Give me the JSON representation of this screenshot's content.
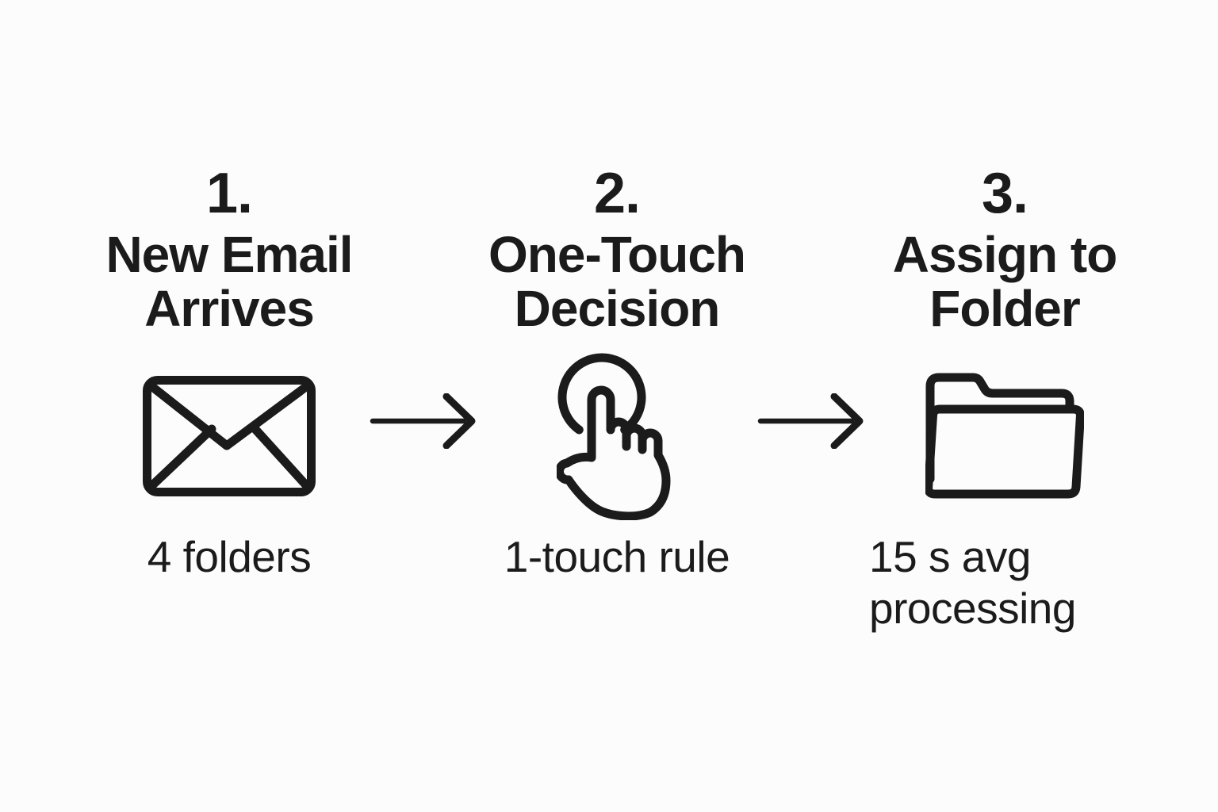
{
  "page": {
    "background_color": "#fcfcfc",
    "ink_color": "#1b1b1b",
    "type": "process-flow-infographic"
  },
  "steps": [
    {
      "number": "1.",
      "title": "New Email\nArrives",
      "icon": "envelope-icon",
      "caption": "4 folders"
    },
    {
      "number": "2.",
      "title": "One-Touch\nDecision",
      "icon": "touch-tap-icon",
      "caption": "1-touch rule"
    },
    {
      "number": "3.",
      "title": "Assign to\nFolder",
      "icon": "folder-icon",
      "caption": "15 s avg\nprocessing"
    }
  ],
  "connectors": [
    {
      "icon": "right-arrow-icon"
    },
    {
      "icon": "right-arrow-icon"
    }
  ]
}
